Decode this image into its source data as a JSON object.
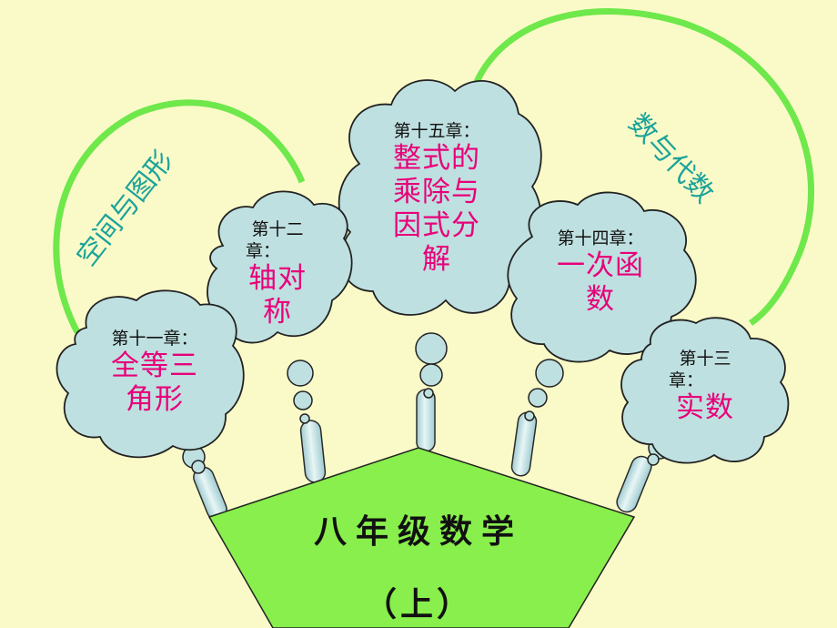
{
  "title": "八年级数学",
  "subtitle": "（上）",
  "groups": {
    "space": "空间与图形",
    "algebra": "数与代数"
  },
  "clouds": {
    "c11": {
      "chapter": "第十一章：",
      "topic_line1": "全等三",
      "topic_line2": "角形"
    },
    "c12": {
      "chapter_line1": "第十二",
      "chapter_line2": "章：",
      "topic_line1": "轴对",
      "topic_line2": "称"
    },
    "c15": {
      "chapter": "第十五章：",
      "topic_line1": "整式的",
      "topic_line2": "乘除与",
      "topic_line3": "因式分",
      "topic_line4": "解"
    },
    "c14": {
      "chapter": "第十四章：",
      "topic_line1": "一次函",
      "topic_line2": "数"
    },
    "c13": {
      "chapter_line1": "第十三",
      "chapter_line2": "章：",
      "topic_line1": "实数"
    }
  },
  "colors": {
    "background": "#fafac8",
    "cloud": "#bfe0e0",
    "pentagon": "#88ef4c",
    "arc": "#6ee84a",
    "topic_text": "#e8007a",
    "group_text": "#1aa39a"
  }
}
